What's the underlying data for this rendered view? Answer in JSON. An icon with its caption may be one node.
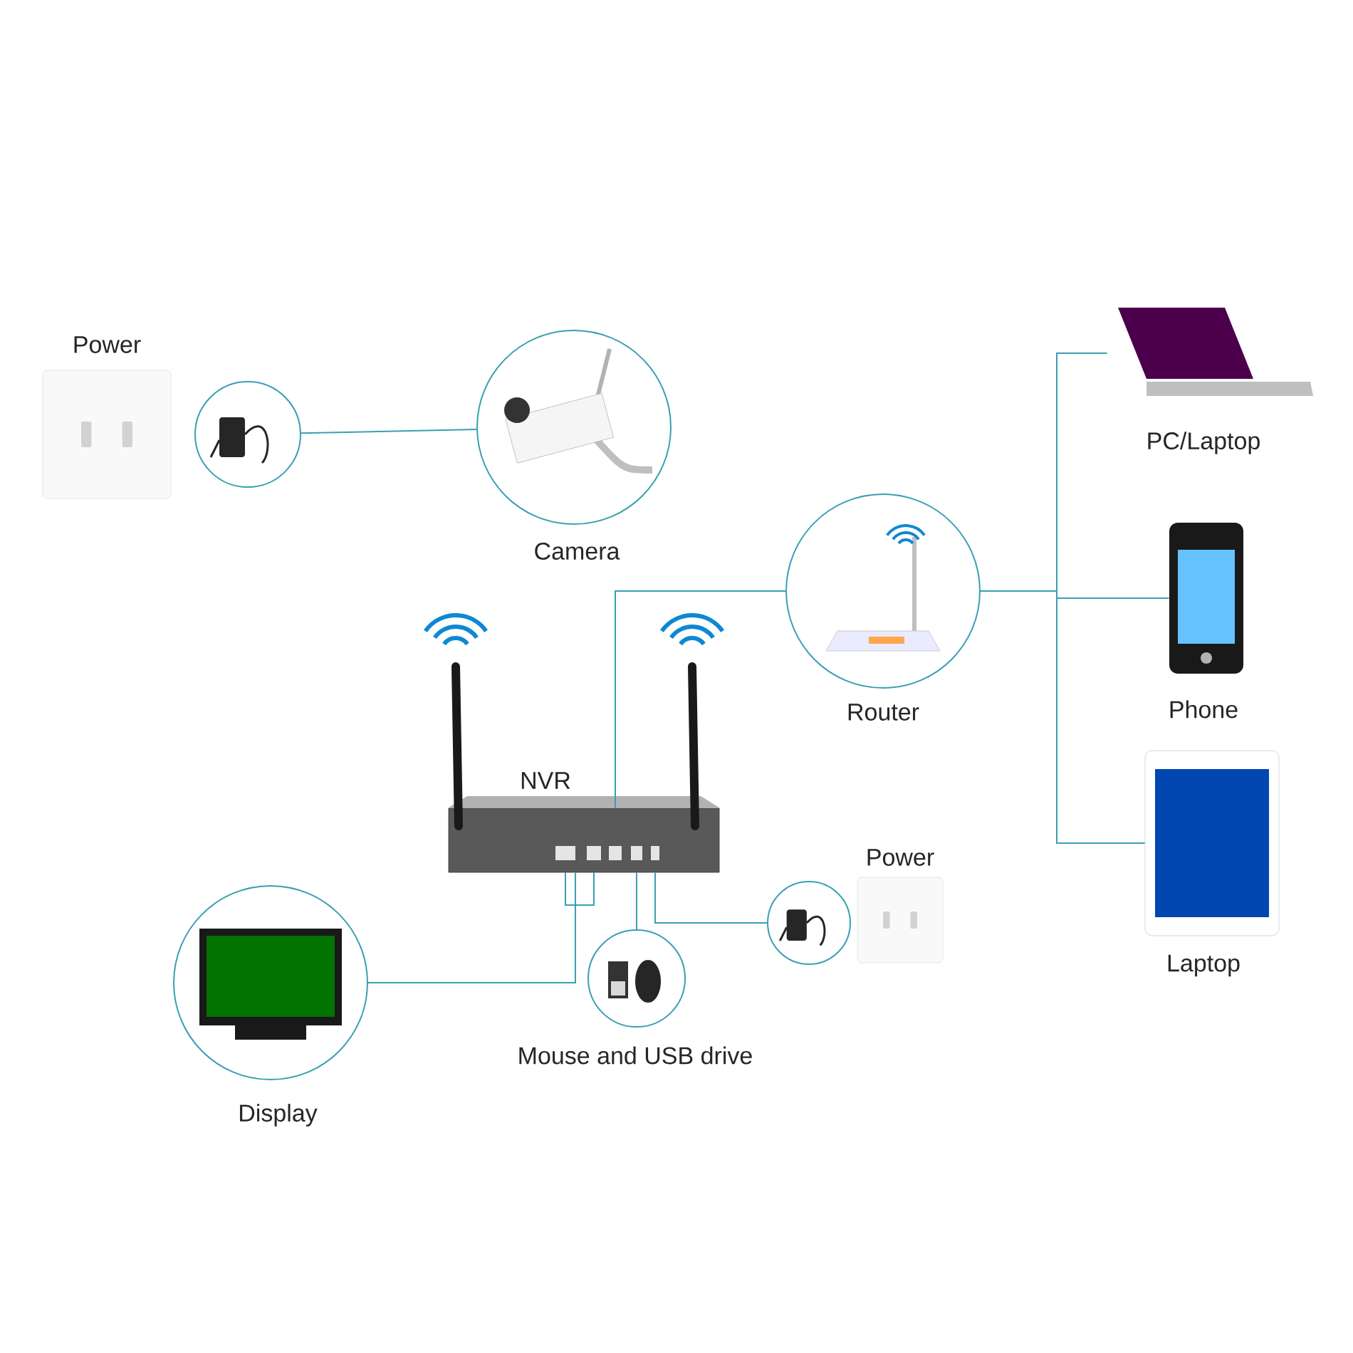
{
  "diagram": {
    "nodes": [
      {
        "text": [
          "Power"
        ]
      },
      {
        "text": [],
        "shape": "picture"
      },
      {
        "text": [
          "Camera"
        ]
      },
      {
        "text": [
          "NVR"
        ]
      },
      {
        "text": [
          "Router"
        ]
      },
      {
        "text": [
          "PC/Laptop"
        ]
      },
      {
        "text": [
          "Phone"
        ]
      },
      {
        "text": [
          "Laptop"
        ]
      },
      {
        "text": [
          "Display"
        ]
      },
      {
        "text": [
          "Mouse and USB drive"
        ]
      },
      {
        "text": [],
        "shape": "picture"
      },
      {
        "text": [
          "Power"
        ]
      }
    ],
    "edges": [
      {
        "from": 1,
        "to": 2,
        "arrow": "none"
      },
      {
        "from": 3,
        "to": 4,
        "arrow": "none"
      },
      {
        "from": 4,
        "to": 5,
        "arrow": "none"
      },
      {
        "from": 4,
        "to": 6,
        "arrow": "none"
      },
      {
        "from": 4,
        "to": 7,
        "arrow": "none"
      },
      {
        "from": 3,
        "to": 8,
        "arrow": "none"
      },
      {
        "from": 3,
        "to": 9,
        "arrow": "none"
      },
      {
        "from": 3,
        "to": 10,
        "arrow": "none"
      }
    ]
  }
}
